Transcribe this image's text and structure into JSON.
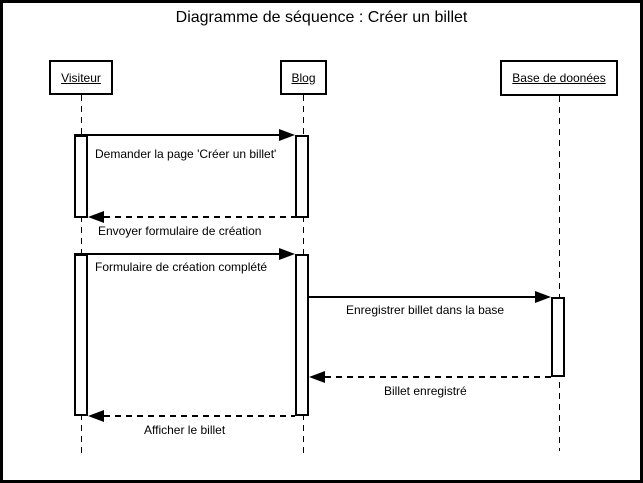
{
  "diagram": {
    "type": "uml-sequence",
    "title": "Diagramme de séquence : Créer un billet"
  },
  "actors": [
    {
      "name": "Visiteur"
    },
    {
      "name": "Blog"
    },
    {
      "name": "Base de doonées"
    }
  ],
  "messages": [
    {
      "label": "Demander la page 'Créer un billet'",
      "from": "Visiteur",
      "to": "Blog",
      "line": "solid"
    },
    {
      "label": "Envoyer formulaire de création",
      "from": "Blog",
      "to": "Visiteur",
      "line": "dashed"
    },
    {
      "label": "Formulaire de création complété",
      "from": "Visiteur",
      "to": "Blog",
      "line": "solid"
    },
    {
      "label": "Enregistrer billet dans la base",
      "from": "Blog",
      "to": "Base de doonées",
      "line": "solid"
    },
    {
      "label": "Billet enregistré",
      "from": "Base de doonées",
      "to": "Blog",
      "line": "dashed"
    },
    {
      "label": "Afficher le billet",
      "from": "Blog",
      "to": "Visiteur",
      "line": "dashed"
    }
  ],
  "colors": {
    "line": "#000000",
    "background": "#ffffff"
  }
}
